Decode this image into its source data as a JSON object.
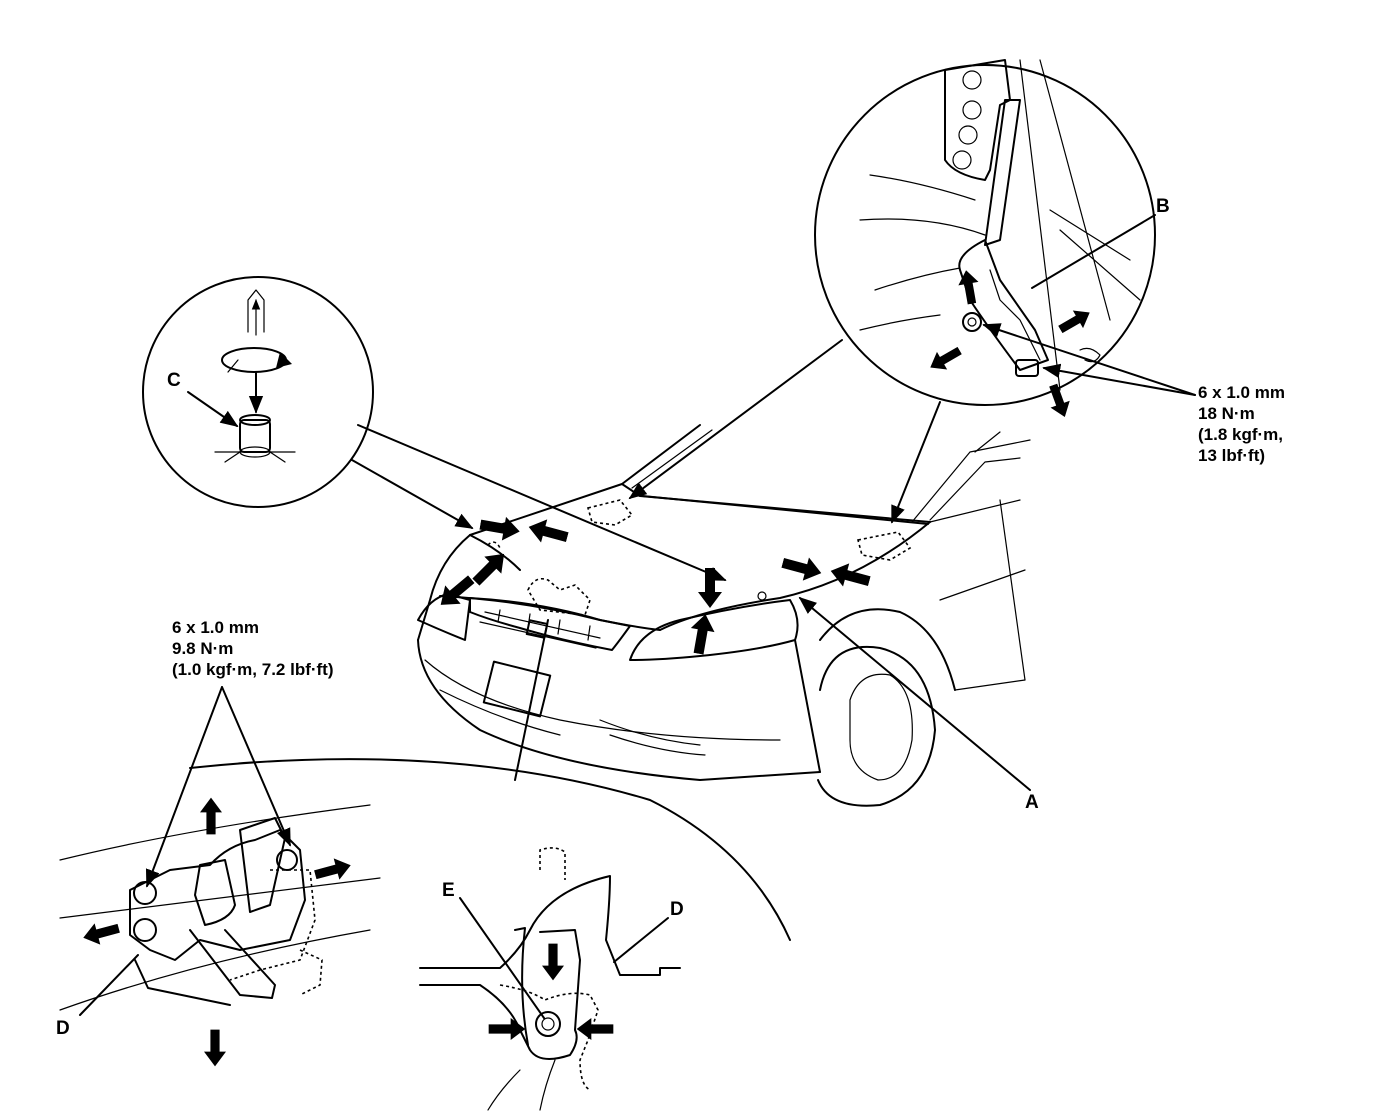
{
  "labels": {
    "a": "A",
    "b": "B",
    "c": "C",
    "d_left": "D",
    "d_right": "D",
    "e": "E"
  },
  "spec_hinge": {
    "line1": "6 x 1.0 mm",
    "line2": "18 N·m",
    "line3": "(1.8 kgf·m,",
    "line4": "13 lbf·ft)"
  },
  "spec_latch": {
    "line1": "6 x 1.0 mm",
    "line2": "9.8 N·m",
    "line3": "(1.0 kgf·m, 7.2 lbf·ft)"
  },
  "colors": {
    "ink": "#000000",
    "paper": "#ffffff"
  }
}
